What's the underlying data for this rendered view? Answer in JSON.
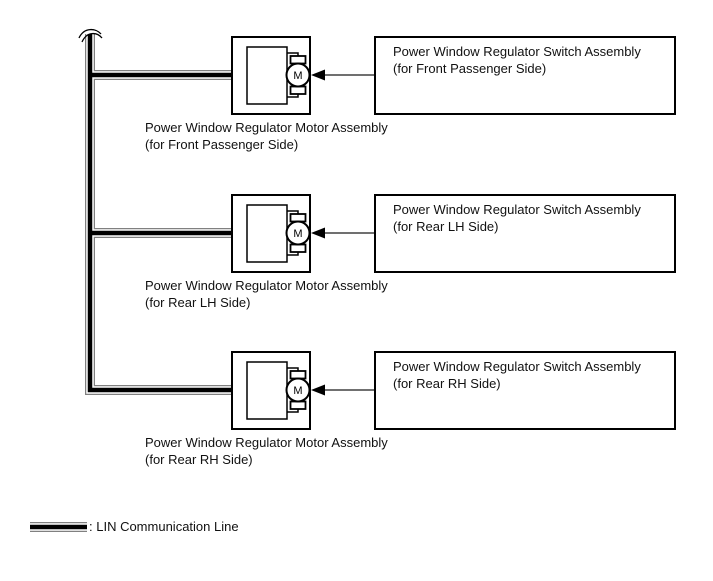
{
  "groups": [
    {
      "motor": {
        "label_line1": "Power Window Regulator Motor Assembly",
        "label_line2": "(for Front Passenger Side)",
        "motor_letter": "M"
      },
      "switch": {
        "label_line1": "Power Window Regulator Switch Assembly",
        "label_line2": "(for Front Passenger Side)"
      }
    },
    {
      "motor": {
        "label_line1": "Power Window Regulator Motor Assembly",
        "label_line2": "(for Rear LH Side)",
        "motor_letter": "M"
      },
      "switch": {
        "label_line1": "Power Window Regulator Switch Assembly",
        "label_line2": "(for Rear LH Side)"
      }
    },
    {
      "motor": {
        "label_line1": "Power Window Regulator Motor Assembly",
        "label_line2": "(for Rear RH Side)",
        "motor_letter": "M"
      },
      "switch": {
        "label_line1": "Power Window Regulator Switch Assembly",
        "label_line2": "(for Rear RH Side)"
      }
    }
  ],
  "legend": {
    "label": ": LIN Communication Line"
  },
  "colors": {
    "line": "#000000",
    "lin_core": "#000000",
    "lin_edge": "#808080",
    "background": "#ffffff"
  }
}
